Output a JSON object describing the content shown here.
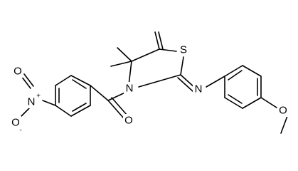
{
  "diagram": {
    "atoms": {
      "n_nitro": "N",
      "o_nitro_top": "O",
      "o_nitro_bottom": "O",
      "n_ring": "N",
      "s_ring": "S",
      "n_imine": "N",
      "o_carbonyl": "O",
      "o_methoxy": "O"
    },
    "charges": {
      "n_nitro": "+",
      "o_nitro_bottom": "-"
    }
  }
}
